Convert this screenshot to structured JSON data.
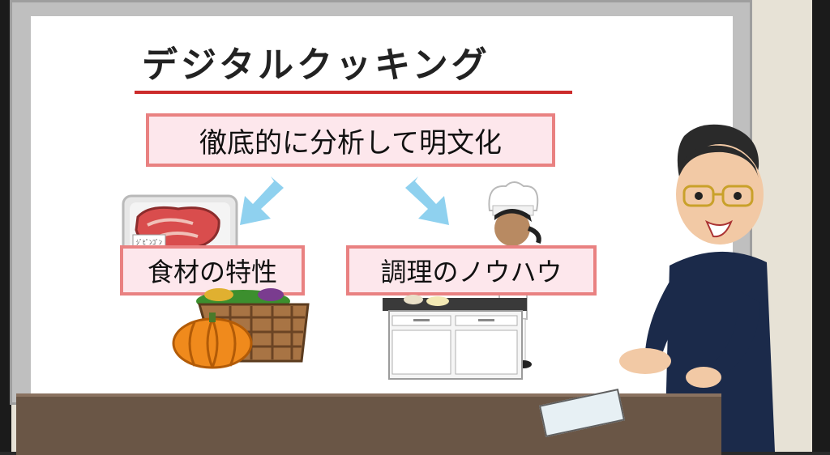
{
  "slide": {
    "title": "デジタルクッキング",
    "main_box": "徹底的に分析して明文化",
    "left_box": "食材の特性",
    "right_box": "調理のノウハウ",
    "meat_label": "ｼﾞﾋﾟﾝｺﾞﾝ"
  },
  "colors": {
    "accent_red": "#cc2b2b",
    "box_border": "#e98181",
    "box_fill": "#fde7ec",
    "arrow_blue": "#8fd1ef"
  },
  "icons": [
    "arrow-down-icon",
    "meat-package-icon",
    "vegetable-basket-icon",
    "pumpkin-icon",
    "chef-icon",
    "kitchen-counter-icon",
    "presenter-man-icon",
    "clipboard-icon"
  ]
}
